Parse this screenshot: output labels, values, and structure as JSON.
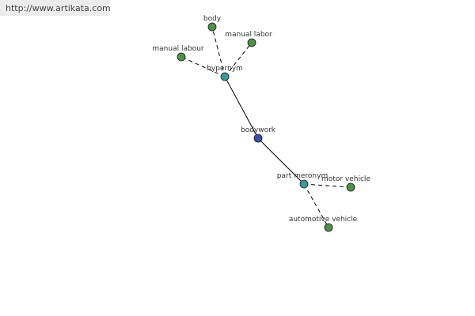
{
  "source": {
    "url": "http://www.artikata.com"
  },
  "graph": {
    "colors": {
      "center": "#3b4ea6",
      "relation": "#3e9a9a",
      "leaf": "#4f8f4a",
      "stroke": "#1a1a1a",
      "edge": "#000000"
    },
    "nodes": {
      "center": {
        "label": "bodywork",
        "kind": "center"
      },
      "hyp": {
        "label": "hypernym",
        "kind": "relation"
      },
      "pm": {
        "label": "part meronym",
        "kind": "relation"
      },
      "body": {
        "label": "body",
        "kind": "leaf"
      },
      "ml": {
        "label": "manual labor",
        "kind": "leaf"
      },
      "mlr": {
        "label": "manual labour",
        "kind": "leaf"
      },
      "mv": {
        "label": "motor vehicle",
        "kind": "leaf"
      },
      "av": {
        "label": "automotive vehicle",
        "kind": "leaf"
      }
    },
    "edges": [
      {
        "from": "hyp",
        "to": "center",
        "style": "solid"
      },
      {
        "from": "center",
        "to": "pm",
        "style": "solid"
      },
      {
        "from": "hyp",
        "to": "body",
        "style": "dashed"
      },
      {
        "from": "hyp",
        "to": "ml",
        "style": "dashed"
      },
      {
        "from": "hyp",
        "to": "mlr",
        "style": "dashed"
      },
      {
        "from": "pm",
        "to": "mv",
        "style": "dashed"
      },
      {
        "from": "pm",
        "to": "av",
        "style": "dashed"
      }
    ]
  }
}
